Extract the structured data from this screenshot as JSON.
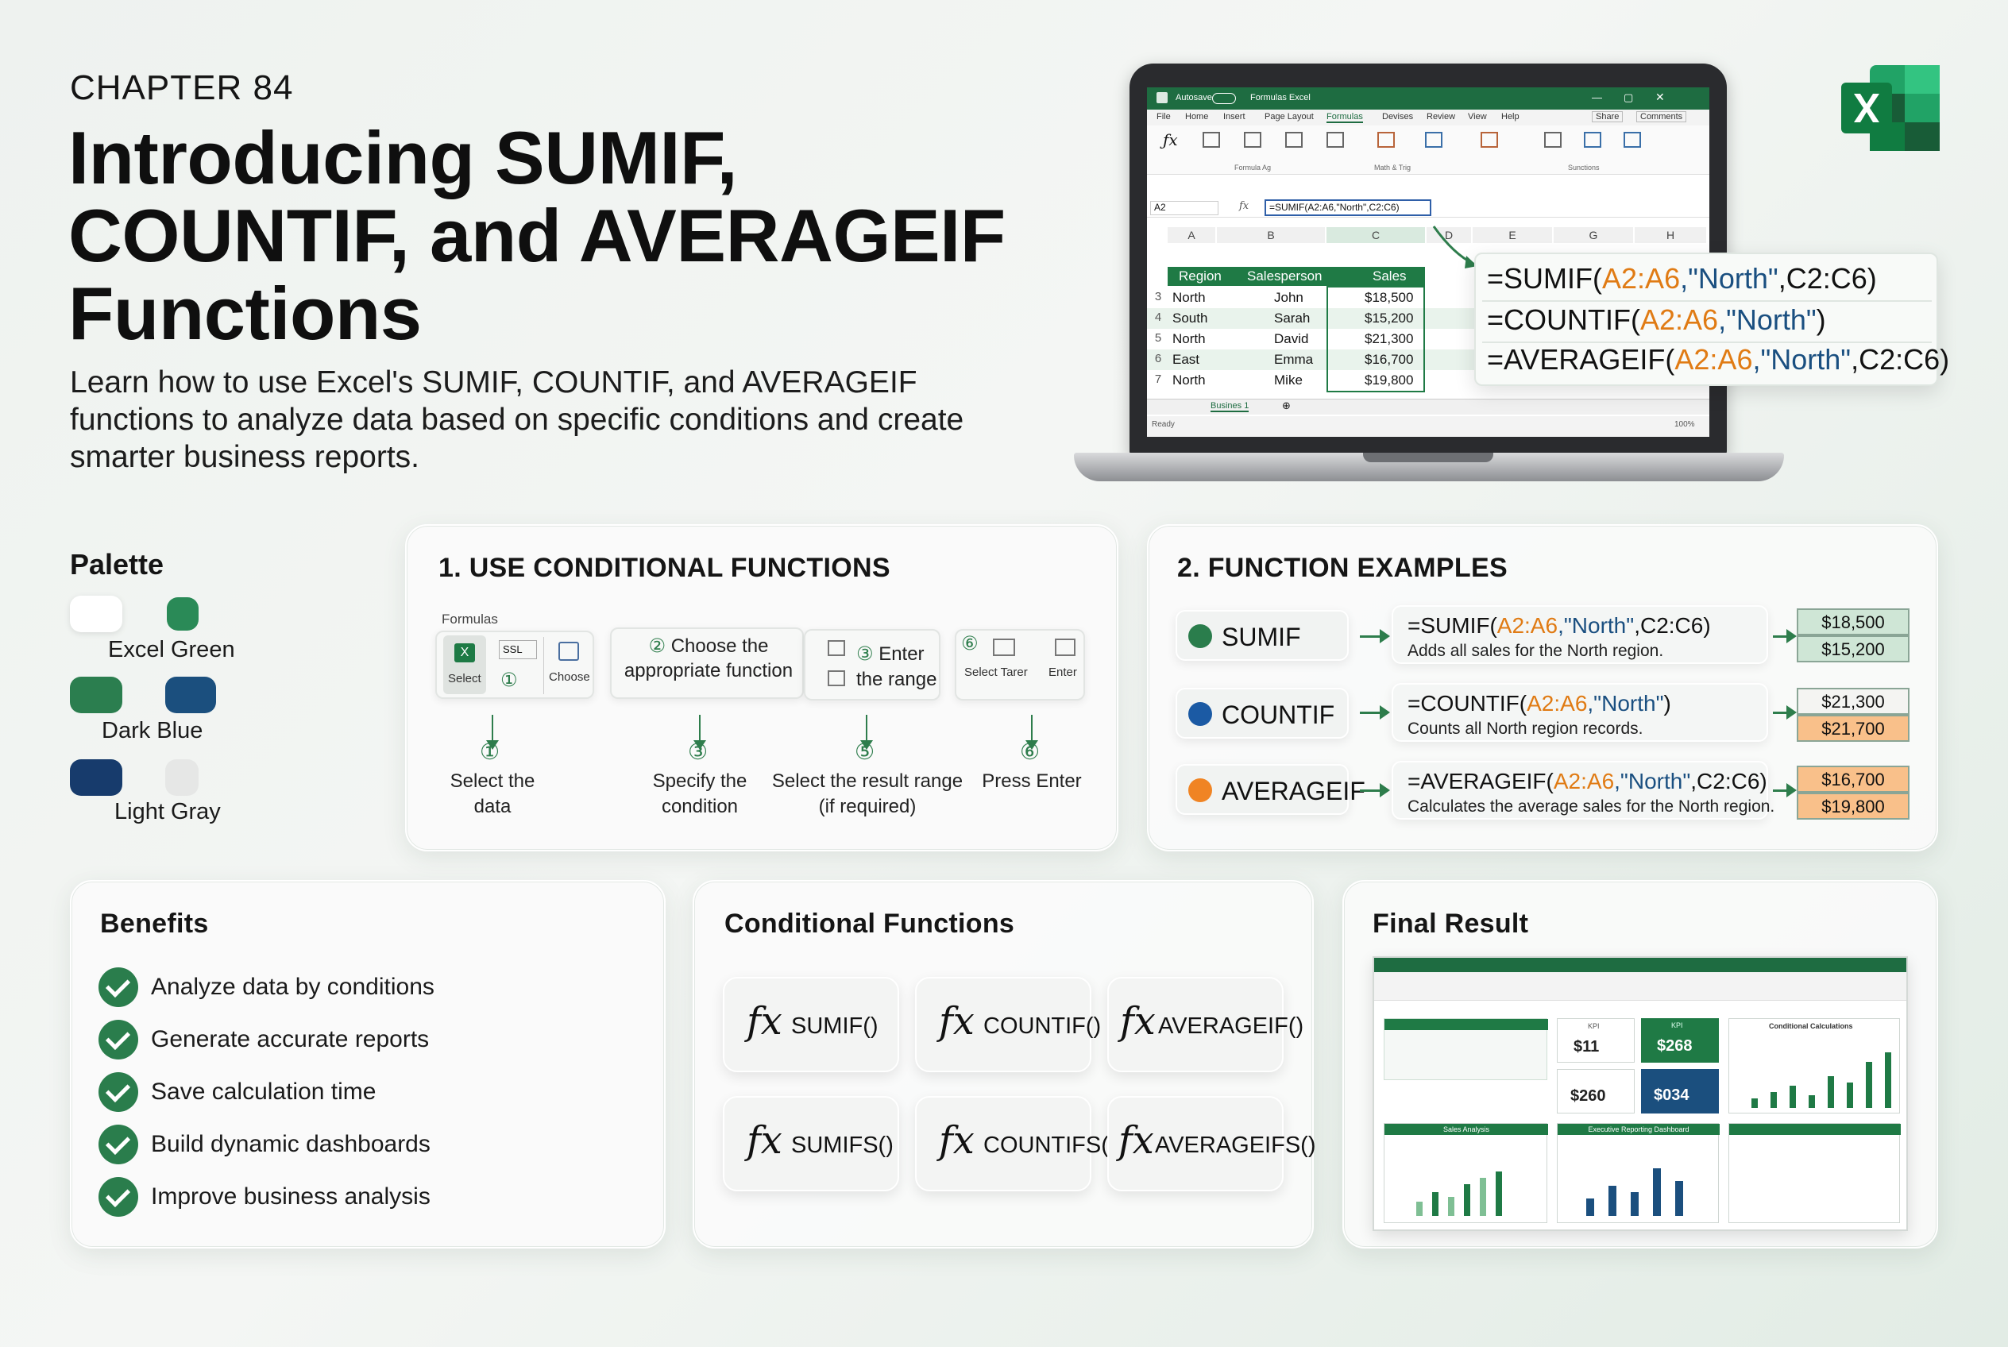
{
  "header": {
    "chapter": "CHAPTER 84",
    "title": "Introducing SUMIF, COUNTIF, and AVERAGEIF Functions",
    "subtitle": "Learn how to use Excel's SUMIF, COUNTIF, and AVERAGEIF functions to analyze data based on specific conditions and create smarter business reports."
  },
  "laptop": {
    "excel_title": "Formulas Excel",
    "autosave": "Autosave",
    "share": "Share",
    "comments": "Comments",
    "tabs": [
      "File",
      "Home",
      "Insert",
      "Page Layout",
      "Formulas",
      "Devises",
      "Review",
      "View",
      "Help"
    ],
    "active_tab": "Formulas",
    "ribbon_groups": [
      "Formula Ag",
      "Math & Trig",
      "Sunctions"
    ],
    "name_box": "A2",
    "formula_bar": "=SUMIF(A2:A6,\"North\",C2:C6)",
    "col_headers": [
      "A",
      "B",
      "C",
      "D",
      "E",
      "G",
      "H"
    ],
    "table_headers": [
      "Region",
      "Salesperson",
      "Sales"
    ],
    "rows": [
      {
        "n": "3",
        "region": "North",
        "person": "John",
        "sales": "$18,500"
      },
      {
        "n": "4",
        "region": "South",
        "person": "Sarah",
        "sales": "$15,200"
      },
      {
        "n": "5",
        "region": "North",
        "person": "David",
        "sales": "$21,300"
      },
      {
        "n": "6",
        "region": "East",
        "person": "Emma",
        "sales": "$16,700"
      },
      {
        "n": "7",
        "region": "North",
        "person": "Mike",
        "sales": "$19,800"
      }
    ],
    "sheet_tab": "Busines 1",
    "status": "Ready",
    "zoom": "100%"
  },
  "callout": {
    "f1": {
      "pre": "=SUMIF(",
      "ref1": "A2:A6",
      "str": ",\"North\"",
      "post": ",C2:C6)"
    },
    "f2": {
      "pre": "=COUNTIF(",
      "ref1": "A2:A6",
      "str": ",\"North\"",
      "post": ")"
    },
    "f3": {
      "pre": "=AVERAGEIF(",
      "ref1": "A2:A6",
      "str": ",\"North\"",
      "post": ",C2:C6)"
    }
  },
  "palette": {
    "title": "Palette",
    "labels": [
      "Excel Green",
      "Dark Blue",
      "Light Gray"
    ],
    "colors": {
      "white": "#ffffff",
      "excel_green": "#2a8a57",
      "green2": "#2b7e4f",
      "dark_blue": "#1b4f7e",
      "navy": "#173b6c",
      "light_gray": "#e6e7e6"
    }
  },
  "steps": {
    "title": "1. USE CONDITIONAL FUNCTIONS",
    "ribbon_label": "Formulas",
    "select_btn": "Select",
    "ssl": "SSL",
    "choose_btn": "Choose",
    "box2": "Choose the appropriate function",
    "box3": "Enter the range",
    "select_tarer": "Select Tarer",
    "enter_btn": "Enter",
    "nums": [
      "①",
      "③",
      "⑤",
      "⑥"
    ],
    "box_nums": [
      "①",
      "②",
      "③",
      "⑥"
    ],
    "labels": [
      "Select the data",
      "Specify the condition",
      "Select the result range (if required)",
      "Press Enter"
    ]
  },
  "examples": {
    "title": "2. FUNCTION EXAMPLES",
    "items": [
      {
        "name": "SUMIF",
        "color": "#2a7d4c",
        "pre": "=SUMIF(",
        "ref": "A2:A6",
        "str": ",\"North\"",
        "post": ",C2:C6)",
        "desc": "Adds all sales for the North region.",
        "v1": "$18,500",
        "v2": "$15,200"
      },
      {
        "name": "COUNTIF",
        "color": "#1b5aa4",
        "pre": "=COUNTIF(",
        "ref": "A2:A6",
        "str": ",\"North\"",
        "post": ")",
        "desc": "Counts all North region records.",
        "v1": "$21,300",
        "v2": "$21,700"
      },
      {
        "name": "AVERAGEIF",
        "color": "#f08424",
        "pre": "=AVERAGEIF(",
        "ref": "A2:A6",
        "str": ",\"North\"",
        "post": ",C2:C6)",
        "desc": "Calculates the average sales for the North region.",
        "v1": "$16,700",
        "v2": "$19,800"
      }
    ]
  },
  "benefits": {
    "title": "Benefits",
    "items": [
      "Analyze data by conditions",
      "Generate accurate reports",
      "Save calculation time",
      "Build dynamic dashboards",
      "Improve business analysis"
    ]
  },
  "conditional": {
    "title": "Conditional Functions",
    "fx": "fx",
    "tiles": [
      "SUMIF()",
      "COUNTIF()",
      "AVERAGEIF()",
      "SUMIFS()",
      "COUNTIFS()",
      "AVERAGEIFS()"
    ]
  },
  "final": {
    "title": "Final Result",
    "kpi1": "$11",
    "kpi2": "$268",
    "kpi3": "$260",
    "kpi4": "$034",
    "kpi_label": "KPI",
    "panel1": "Sales Analysis",
    "panel2": "Executive Reporting Dashboard",
    "panel3": "Conditional Calculations"
  }
}
